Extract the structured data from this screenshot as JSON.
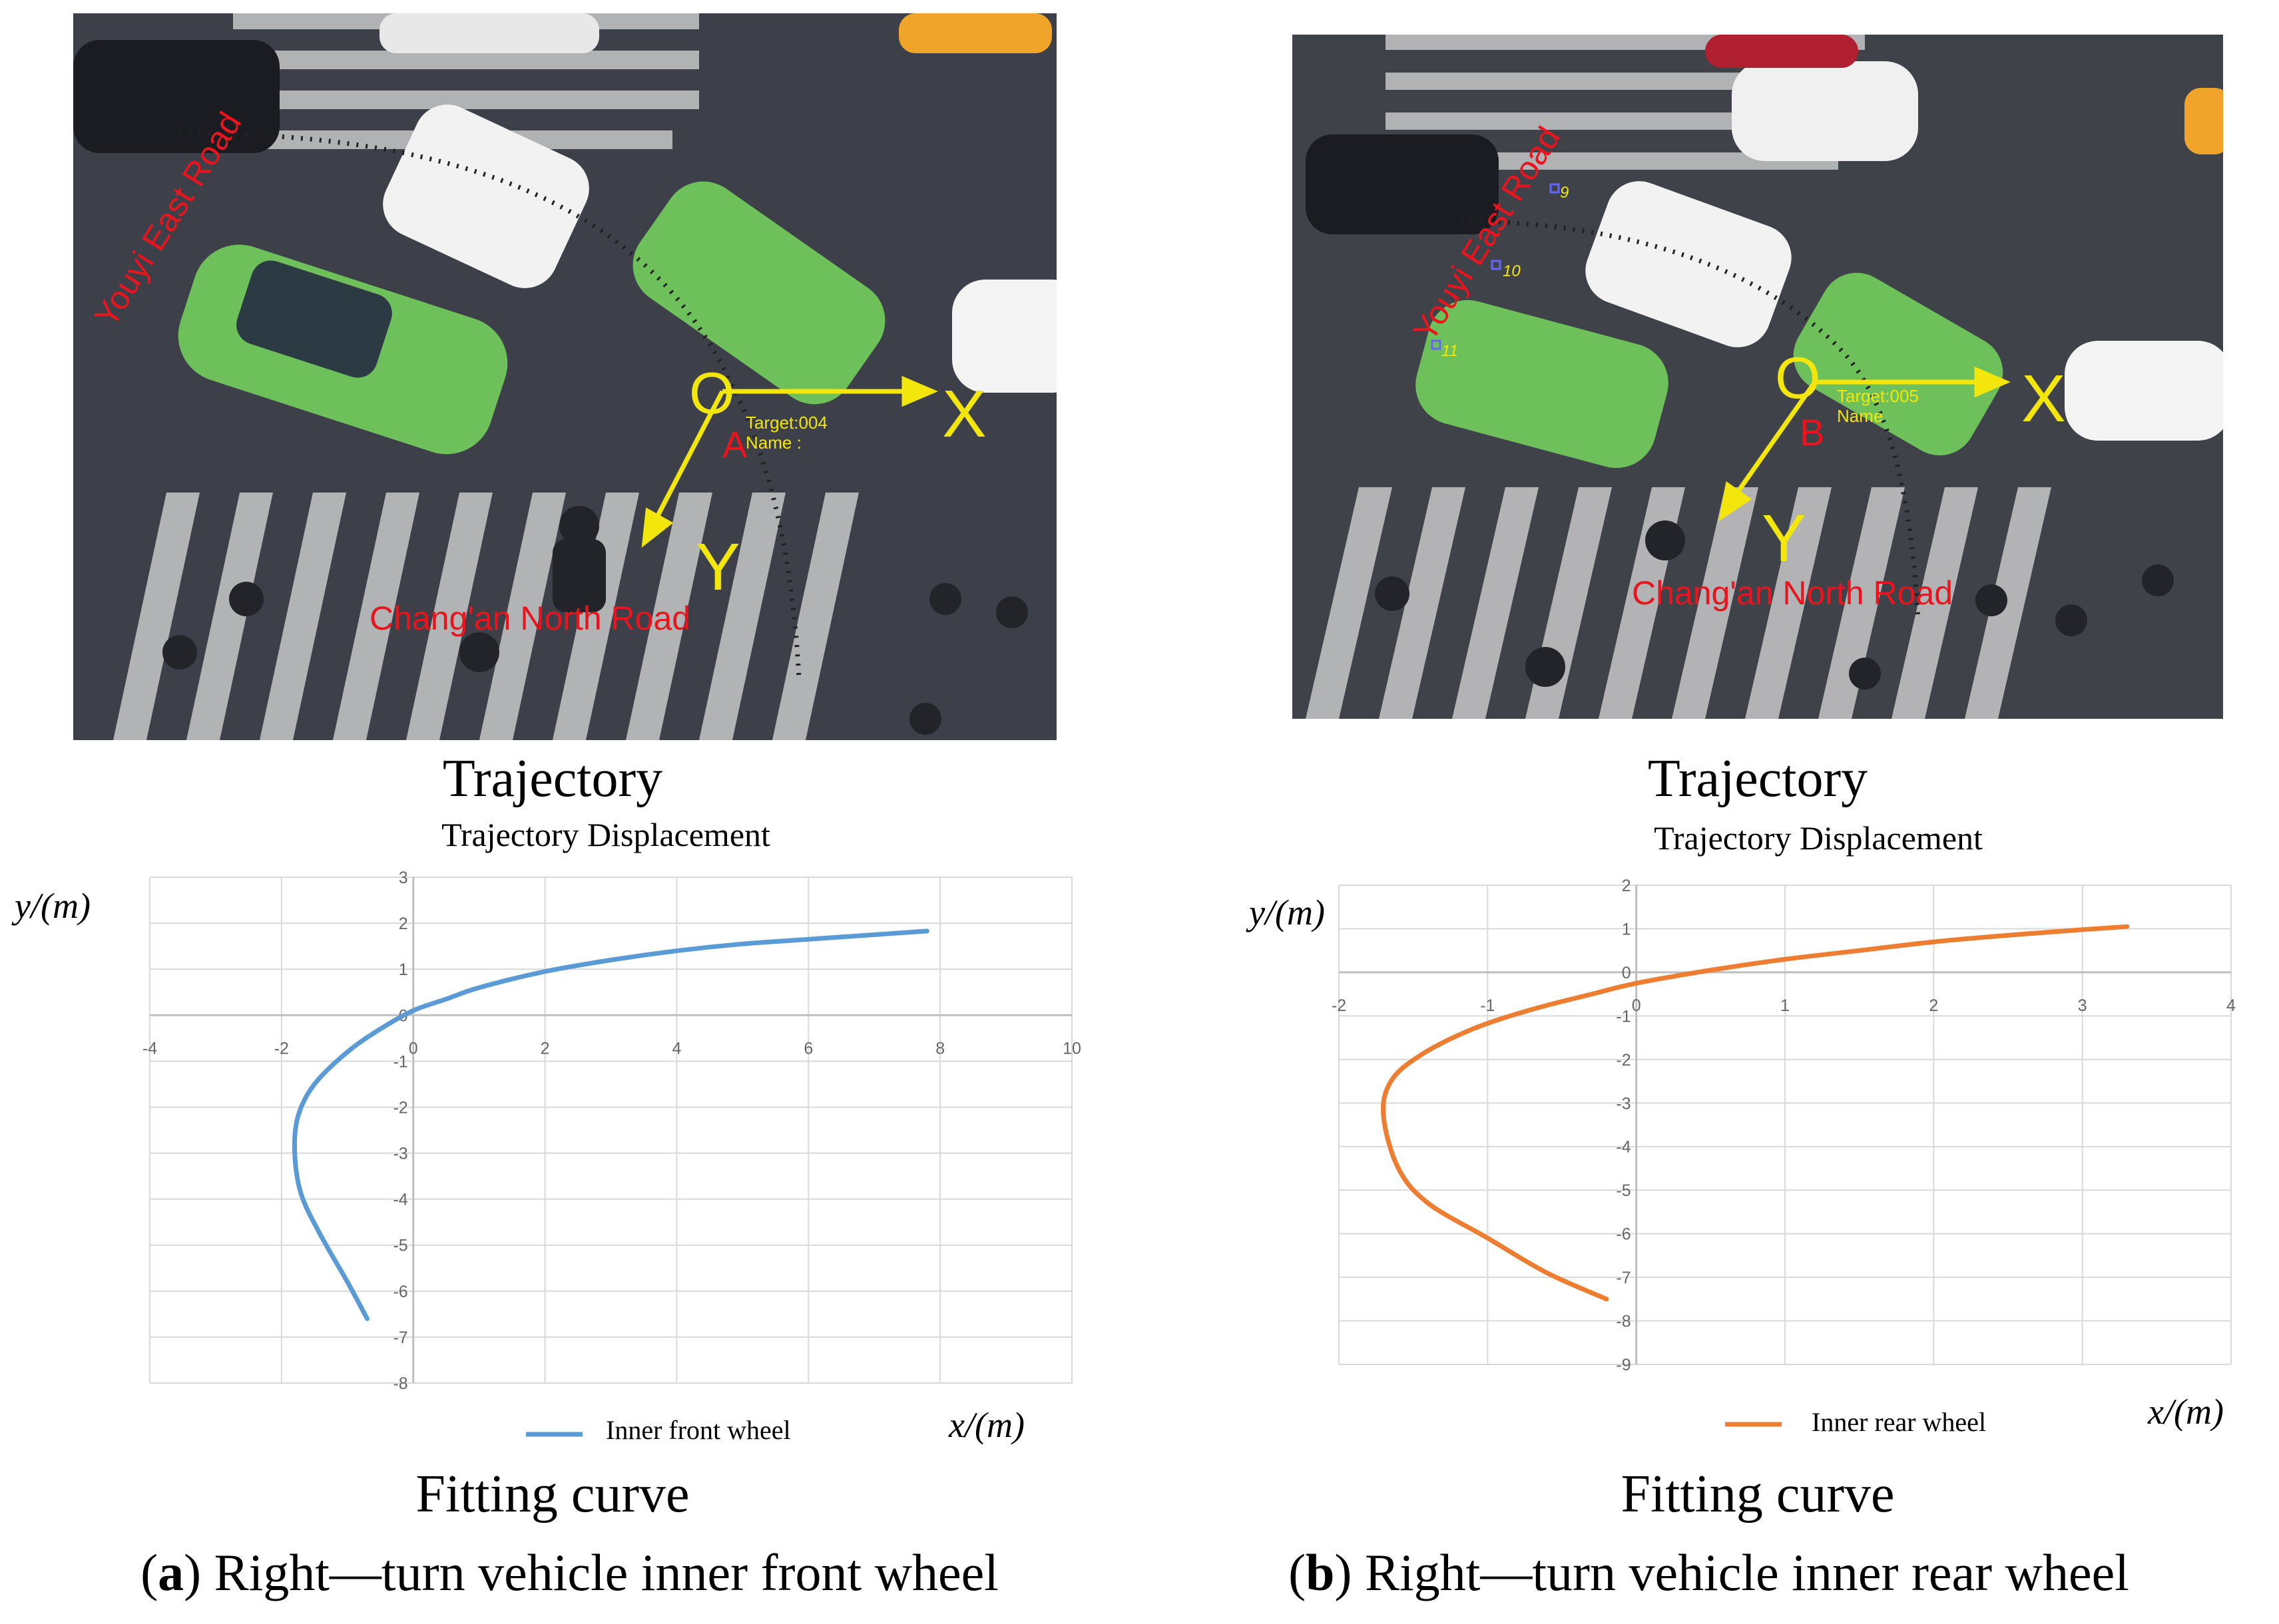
{
  "panels": [
    {
      "photo": {
        "road_1": "Youyi East Road",
        "road_2": "Chang'an North Road",
        "origin_label": "O",
        "point_label": "A",
        "x_axis_label": "X",
        "y_axis_label": "Y",
        "target_line1": "Target:004",
        "target_line2": "Name  :",
        "colors": {
          "road_text": "#e8141e",
          "axis": "#f2e60c"
        }
      },
      "photo_caption": "Trajectory",
      "chart_caption": "Fitting curve",
      "subcaption_letter": "a",
      "subcaption_text": "Right—turn vehicle inner front wheel",
      "chart_data": {
        "type": "line",
        "title": "Trajectory Displacement",
        "ylabel": "y/(m)",
        "xlabel": "x/(m)",
        "xlim": [
          -4,
          10
        ],
        "ylim": [
          -8,
          3
        ],
        "xticks": [
          -4,
          -2,
          0,
          2,
          4,
          6,
          8,
          10
        ],
        "yticks": [
          -8,
          -7,
          -6,
          -5,
          -4,
          -3,
          -2,
          -1,
          0,
          1,
          2,
          3
        ],
        "grid": true,
        "legend_position": "bottom",
        "series": [
          {
            "name": "Inner front wheel",
            "color": "#5b9bd5",
            "x": [
              -0.7,
              -1.0,
              -1.4,
              -1.7,
              -1.8,
              -1.75,
              -1.5,
              -1.0,
              -0.5,
              0.0,
              0.5,
              1.0,
              2.0,
              3.0,
              4.0,
              5.0,
              6.0,
              7.0,
              7.8
            ],
            "y": [
              -6.6,
              -5.8,
              -4.8,
              -3.9,
              -3.0,
              -2.2,
              -1.5,
              -0.8,
              -0.3,
              0.1,
              0.35,
              0.6,
              0.95,
              1.2,
              1.4,
              1.55,
              1.65,
              1.75,
              1.83
            ]
          }
        ]
      }
    },
    {
      "photo": {
        "road_1": "Youyi East Road",
        "road_2": "Chang'an North Road",
        "origin_label": "O",
        "point_label": "B",
        "x_axis_label": "X",
        "y_axis_label": "Y",
        "target_line1": "Target:005",
        "target_line2": "Name",
        "id_labels": [
          "9",
          "10",
          "11"
        ],
        "colors": {
          "road_text": "#e8141e",
          "axis": "#f2e60c"
        }
      },
      "photo_caption": "Trajectory",
      "chart_caption": "Fitting curve",
      "subcaption_letter": "b",
      "subcaption_text": "Right—turn vehicle inner rear wheel",
      "chart_data": {
        "type": "line",
        "title": "Trajectory Displacement",
        "ylabel": "y/(m)",
        "xlabel": "x/(m)",
        "xlim": [
          -2,
          4
        ],
        "ylim": [
          -9,
          2
        ],
        "xticks": [
          -2,
          -1,
          0,
          1,
          2,
          3,
          4
        ],
        "yticks": [
          -9,
          -8,
          -7,
          -6,
          -5,
          -4,
          -3,
          -2,
          -1,
          0,
          1,
          2
        ],
        "grid": true,
        "legend_position": "bottom",
        "series": [
          {
            "name": "Inner rear wheel",
            "color": "#ed7d31",
            "x": [
              -0.2,
              -0.6,
              -1.0,
              -1.4,
              -1.6,
              -1.7,
              -1.65,
              -1.45,
              -1.1,
              -0.7,
              -0.3,
              0.0,
              0.5,
              1.0,
              1.5,
              2.0,
              2.5,
              3.0,
              3.3
            ],
            "y": [
              -7.5,
              -6.9,
              -6.1,
              -5.3,
              -4.5,
              -3.3,
              -2.5,
              -1.9,
              -1.3,
              -0.85,
              -0.5,
              -0.25,
              0.05,
              0.3,
              0.5,
              0.7,
              0.85,
              0.98,
              1.05
            ]
          }
        ]
      }
    }
  ]
}
